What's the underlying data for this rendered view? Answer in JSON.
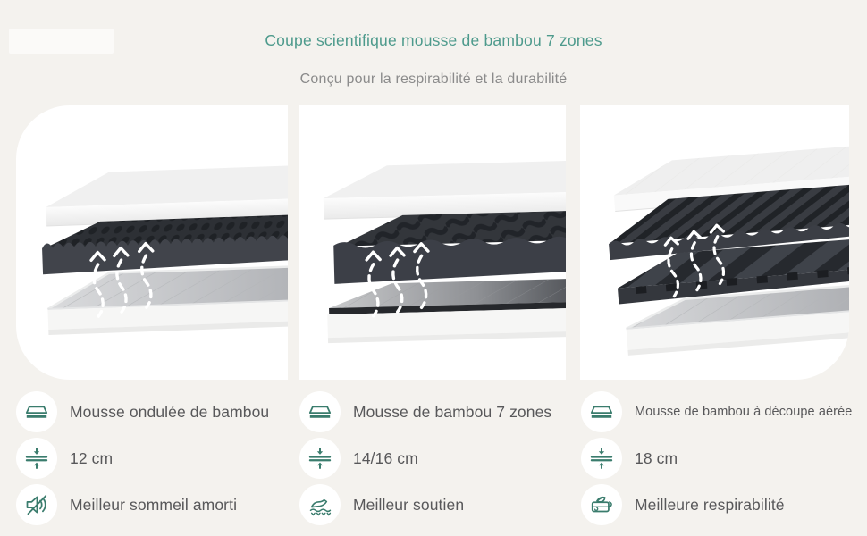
{
  "header": {
    "title": "Coupe scientifique mousse de bambou 7 zones",
    "subtitle": "Conçu pour la respirabilité et la durabilité"
  },
  "colors": {
    "accent_teal": "#4d9a8c",
    "icon_teal": "#3a7c6d",
    "background": "#f4f2ee",
    "card": "#ffffff",
    "label_text": "#58585a",
    "subtitle_text": "#8b8b8b",
    "foam_dark": "#33363c"
  },
  "columns": [
    {
      "illustration": "mattress-cutaway-3-layers-egg-crate-foam-airflow",
      "features": [
        {
          "icon": "mattress-layer-icon",
          "label": "Mousse ondulée de bambou"
        },
        {
          "icon": "thickness-arrows-icon",
          "label": "12 cm"
        },
        {
          "icon": "muted-speaker-icon",
          "label": "Meilleur sommeil amorti"
        }
      ]
    },
    {
      "illustration": "mattress-cutaway-3-layers-7-zone-wave-foam-airflow",
      "features": [
        {
          "icon": "mattress-layer-icon",
          "label": "Mousse de bambou 7 zones"
        },
        {
          "icon": "thickness-arrows-icon",
          "label": "14/16 cm"
        },
        {
          "icon": "hand-support-icon",
          "label": "Meilleur soutien"
        }
      ]
    },
    {
      "illustration": "mattress-cutaway-4-layers-air-channel-foam-airflow",
      "features": [
        {
          "icon": "mattress-layer-icon",
          "label": "Mousse de bambou à découpe aérée"
        },
        {
          "icon": "thickness-arrows-icon",
          "label": "18 cm"
        },
        {
          "icon": "breathable-mattress-leaf-icon",
          "label": "Meilleure respirabilité"
        }
      ]
    }
  ]
}
